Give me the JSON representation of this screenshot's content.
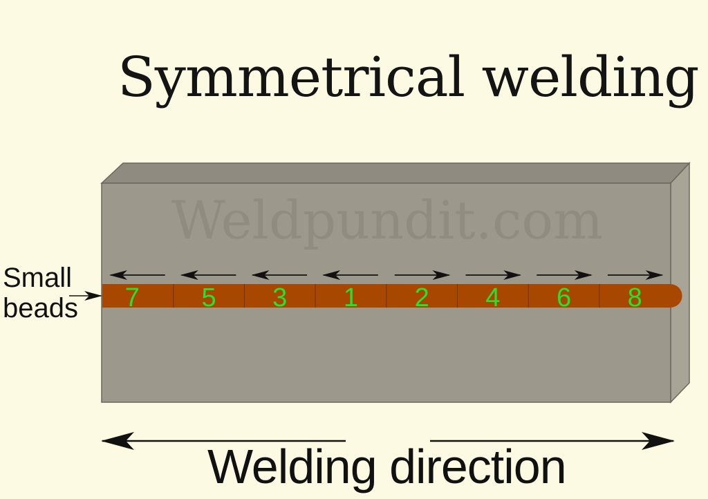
{
  "title": "Symmetrical welding",
  "watermark": "Weldpundit.com",
  "side_label": {
    "line1": "Small",
    "line2": "beads"
  },
  "bottom_label": "Welding direction",
  "beads": [
    {
      "number": "7",
      "direction": "left"
    },
    {
      "number": "5",
      "direction": "left"
    },
    {
      "number": "3",
      "direction": "left"
    },
    {
      "number": "1",
      "direction": "left"
    },
    {
      "number": "2",
      "direction": "right"
    },
    {
      "number": "4",
      "direction": "right"
    },
    {
      "number": "6",
      "direction": "right"
    },
    {
      "number": "8",
      "direction": "right"
    }
  ],
  "colors": {
    "background": "#fcfae3",
    "plate_front": "#9c988c",
    "plate_top": "#8f8b80",
    "plate_side": "#a8a496",
    "bead": "#a84800",
    "bead_number": "#29e02c"
  }
}
